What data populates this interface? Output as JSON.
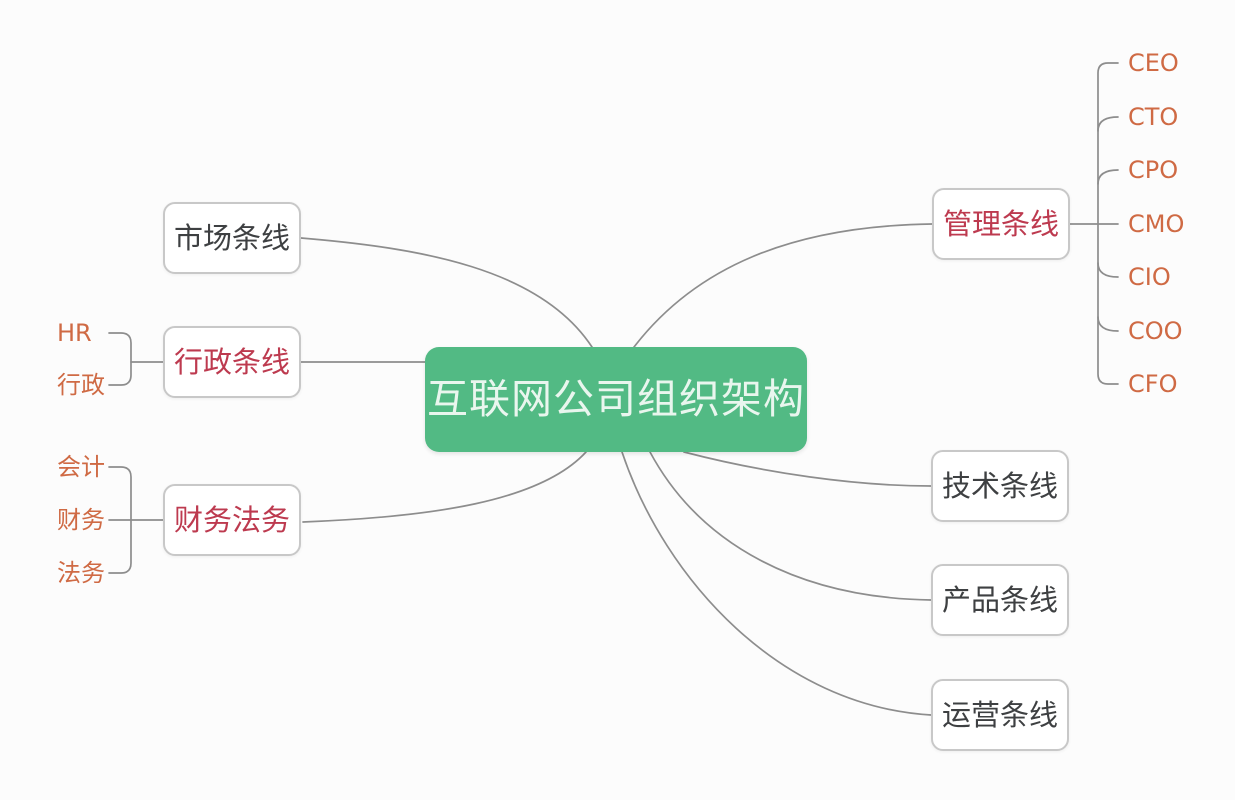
{
  "title": "互联网公司组织架构",
  "colors": {
    "background": "#fcfcfc",
    "center_bg": "#52ba84",
    "center_text": "#e9f6ee",
    "label_dark": "#3e4042",
    "label_red": "#bd3a4f",
    "child_orange": "#cf6a44",
    "connector_line": "#8d8d8d",
    "box_border": "#c8c8c8",
    "box_bg": "#ffffff"
  },
  "center": {
    "label": "互联网公司组织架构"
  },
  "branches": {
    "market": {
      "label": "市场条线"
    },
    "admin": {
      "label": "行政条线",
      "children": [
        "HR",
        "行政"
      ]
    },
    "finance_legal": {
      "label": "财务法务",
      "children": [
        "会计",
        "财务",
        "法务"
      ]
    },
    "management": {
      "label": "管理条线",
      "children": [
        "CEO",
        "CTO",
        "CPO",
        "CMO",
        "CIO",
        "COO",
        "CFO"
      ]
    },
    "technology": {
      "label": "技术条线"
    },
    "product": {
      "label": "产品条线"
    },
    "operations": {
      "label": "运营条线"
    }
  }
}
